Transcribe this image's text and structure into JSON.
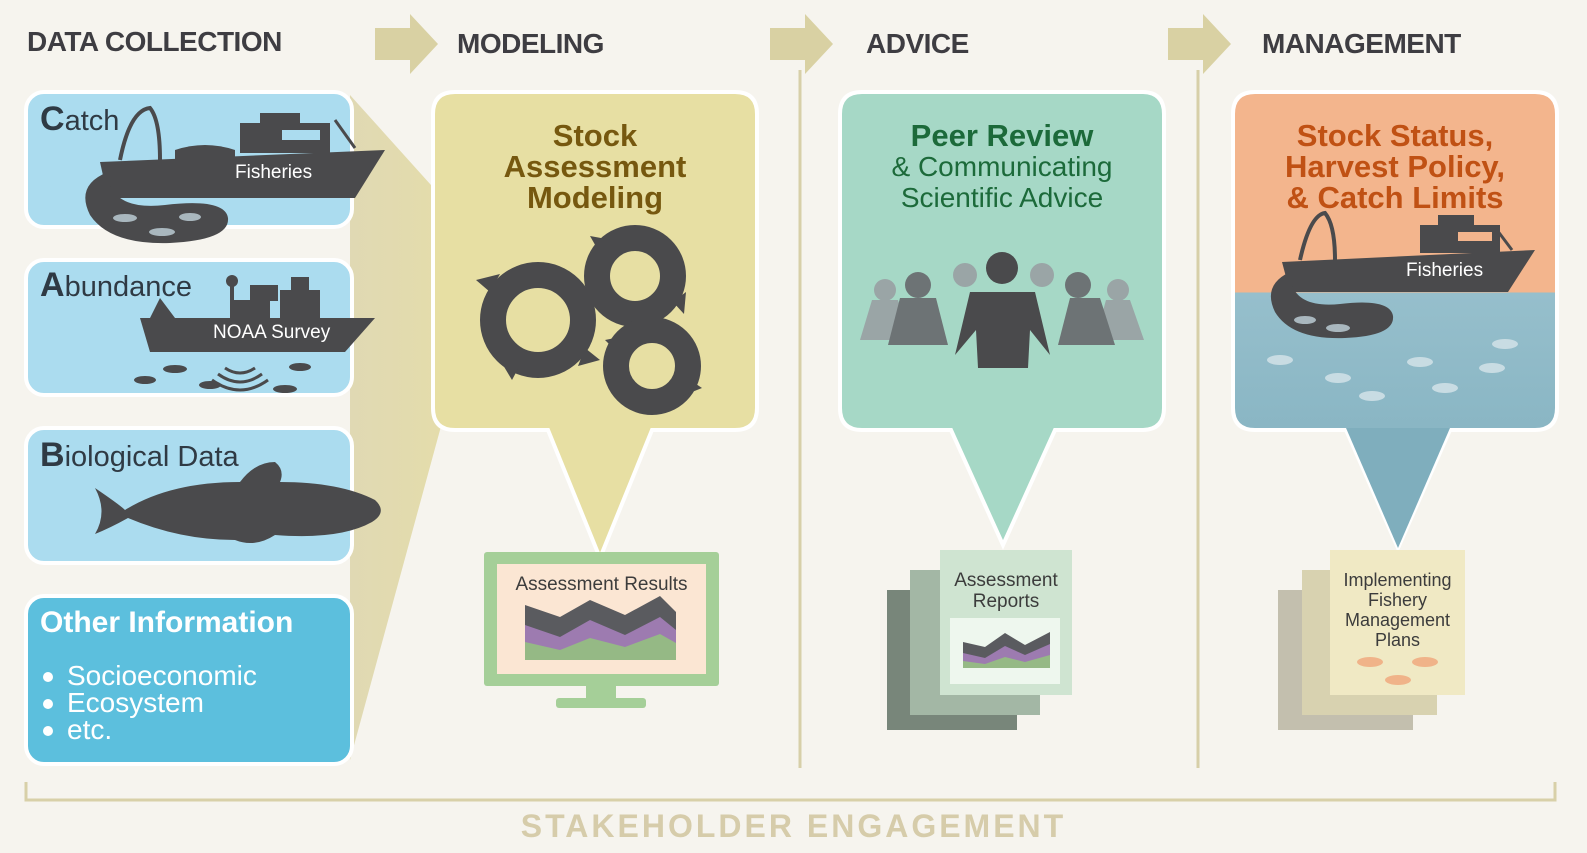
{
  "stages": {
    "data_collection": "DATA COLLECTION",
    "modeling": "MODELING",
    "advice": "ADVICE",
    "management": "MANAGEMENT"
  },
  "data_collection": {
    "catch": {
      "initial": "C",
      "rest": "atch",
      "vessel_label": "Fisheries"
    },
    "abundance": {
      "initial": "A",
      "rest": "bundance",
      "vessel_label": "NOAA Survey"
    },
    "biological": {
      "initial": "B",
      "rest": "iological Data"
    },
    "other": {
      "title": "Other Information",
      "items": [
        "Socioeconomic",
        "Ecosystem",
        "etc."
      ]
    }
  },
  "modeling": {
    "title_line1": "Stock",
    "title_line2": "Assessment",
    "title_line3": "Modeling",
    "output_label": "Assessment Results"
  },
  "advice": {
    "title_line1": "Peer Review",
    "title_line2": "& Communicating",
    "title_line3": "Scientific Advice",
    "output_line1": "Assessment",
    "output_line2": "Reports"
  },
  "management": {
    "title_line1": "Stock Status,",
    "title_line2": "Harvest Policy,",
    "title_line3": "& Catch Limits",
    "vessel_label": "Fisheries",
    "output_line1": "Implementing",
    "output_line2": "Fishery",
    "output_line3": "Management",
    "output_line4": "Plans"
  },
  "footer": "STAKEHOLDER ENGAGEMENT",
  "colors": {
    "background": "#f5f3ec",
    "panel_blue": "#a9dbee",
    "other_blue": "#5fc0dd",
    "modeling_fill": "#e6dea3",
    "modeling_title": "#76580f",
    "advice_fill": "#a5d7c6",
    "advice_title": "#1c6a3a",
    "management_top": "#f2b48b",
    "management_title": "#c05114",
    "management_water": "#95bcc9",
    "arrow": "#d8d0a4",
    "dark_shape": "#4a4a4c",
    "footer_text": "#d6ccaa"
  }
}
